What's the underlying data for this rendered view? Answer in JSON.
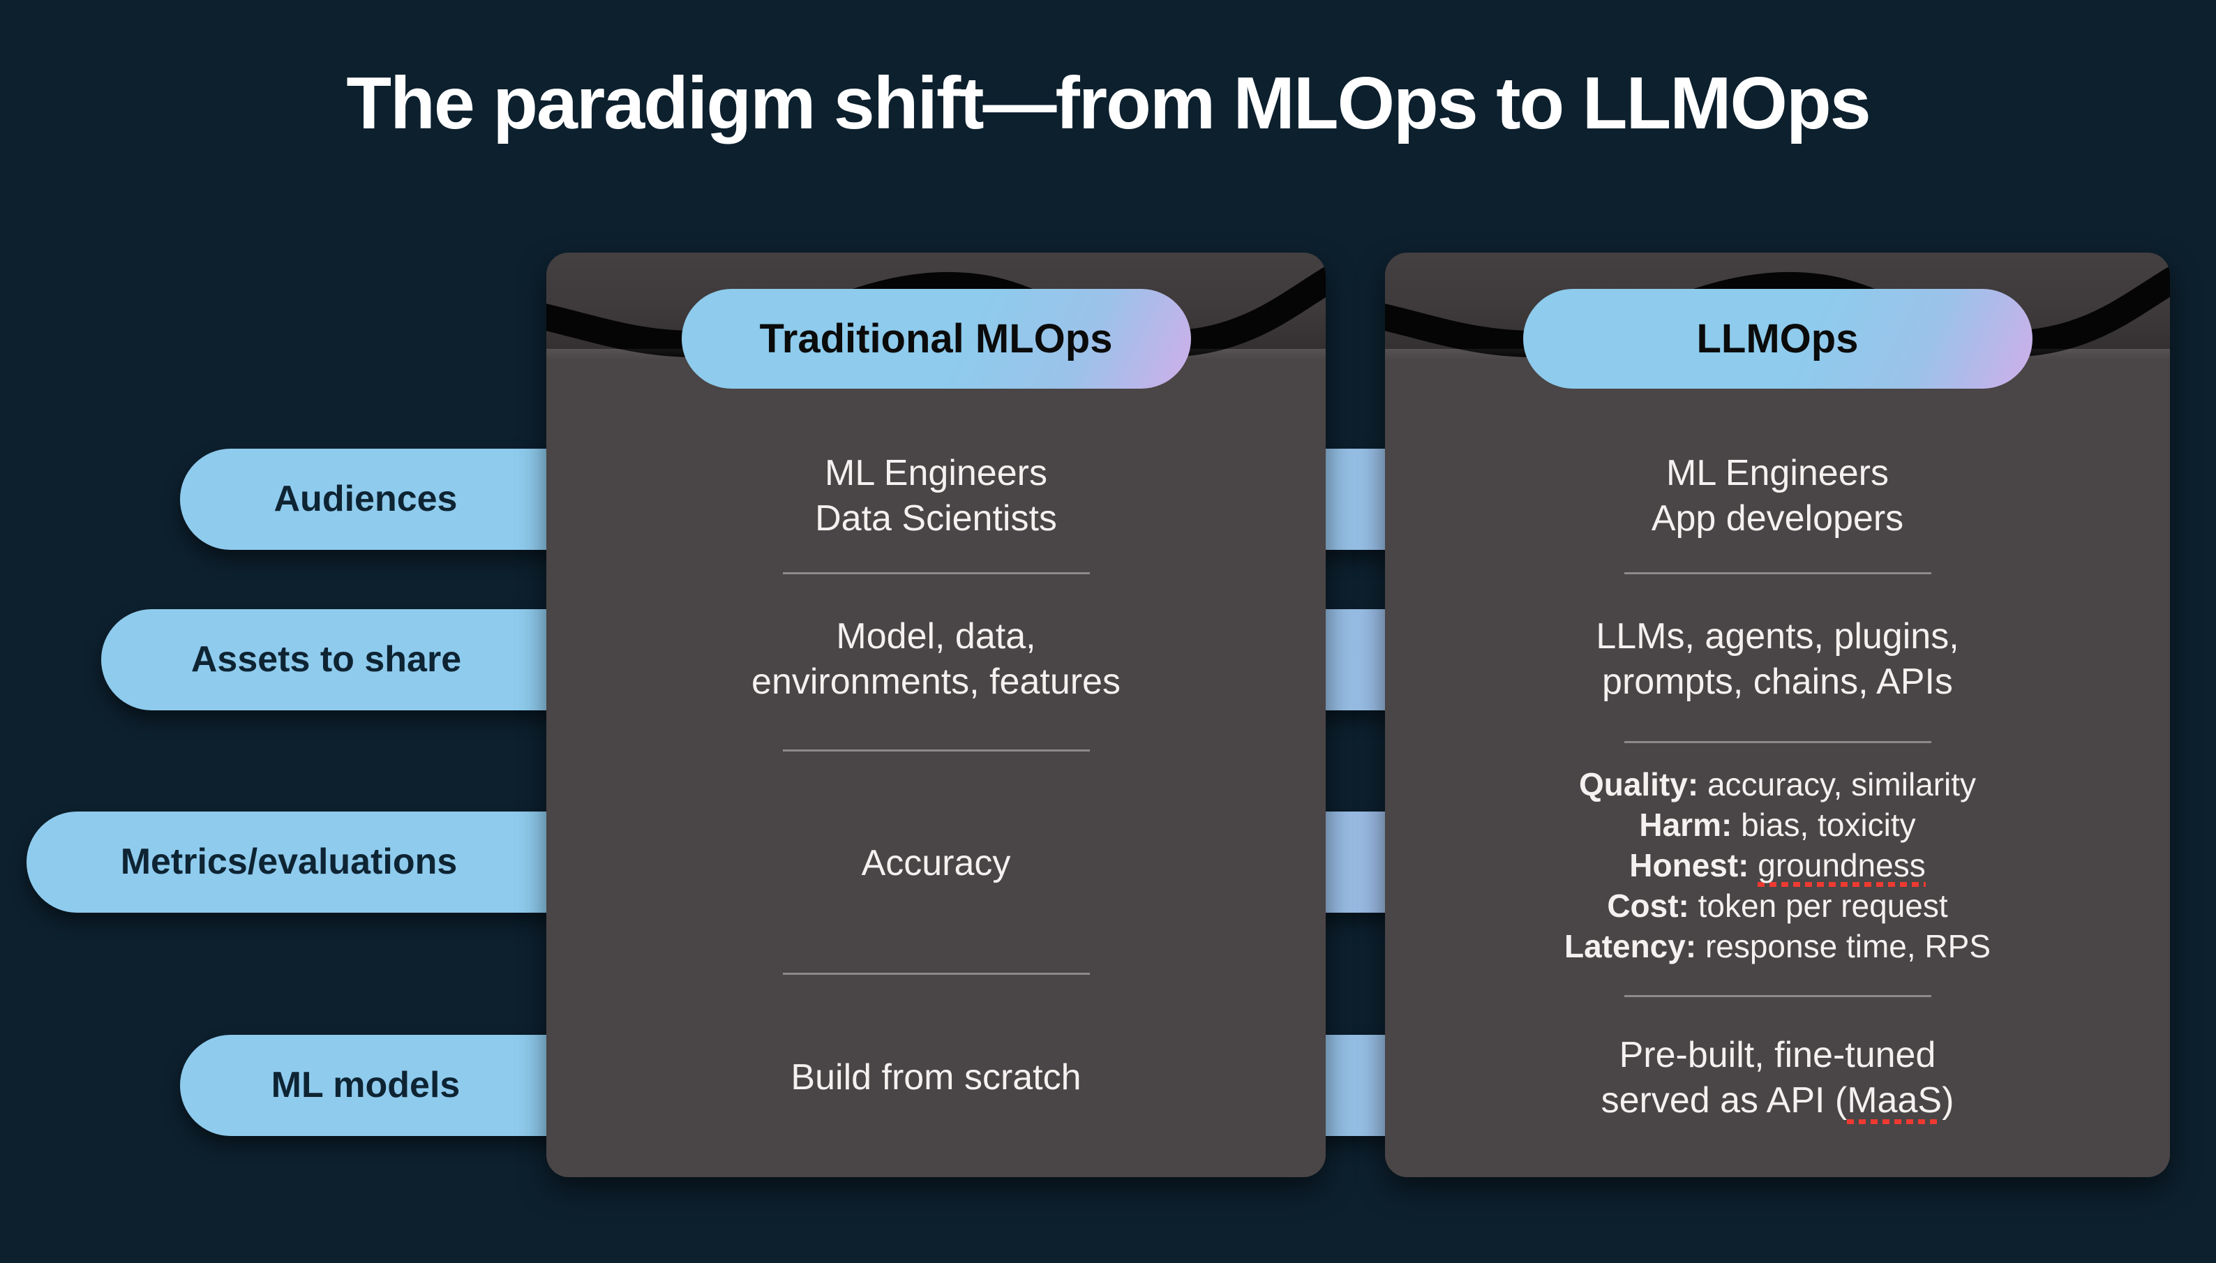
{
  "slide": {
    "title": "The paradigm shift—from MLOps to LLMOps"
  },
  "rows": [
    {
      "label": "Audiences"
    },
    {
      "label": "Assets to share"
    },
    {
      "label": "Metrics/evaluations"
    },
    {
      "label": "ML models"
    }
  ],
  "traditional": {
    "header": "Traditional MLOps",
    "audiences": {
      "line1": "ML Engineers",
      "line2": "Data Scientists"
    },
    "assets": {
      "line1": "Model, data,",
      "line2": "environments, features"
    },
    "metrics": {
      "line1": "Accuracy"
    },
    "models": {
      "line1": "Build from scratch"
    }
  },
  "llmops": {
    "header": "LLMOps",
    "audiences": {
      "line1": "ML Engineers",
      "line2": "App developers"
    },
    "assets": {
      "line1": "LLMs, agents, plugins,",
      "line2": "prompts, chains, APIs"
    },
    "metrics": [
      {
        "label": "Quality:",
        "text": "accuracy, similarity"
      },
      {
        "label": "Harm:",
        "text": "bias, toxicity"
      },
      {
        "label": "Honest:",
        "marked": "groundness"
      },
      {
        "label": "Cost:",
        "text": "token per request"
      },
      {
        "label": "Latency:",
        "text": "response time, RPS"
      }
    ],
    "models": {
      "line1": "Pre-built, fine-tuned",
      "line2_pre": "served as API (",
      "line2_mark": "MaaS",
      "line2_post": ")"
    }
  },
  "colors": {
    "background": "#0d202e",
    "panel": "#4a4546",
    "wave": "#050505",
    "pill_blue": "#8ecbec",
    "pill_purple": "#cfaee9",
    "connector_blue": "#9db5df",
    "body_text": "#f4f2f0",
    "label_text": "#0e2433",
    "divider": "#8d8a8a",
    "spellcheck_underline": "#ee3a31"
  }
}
